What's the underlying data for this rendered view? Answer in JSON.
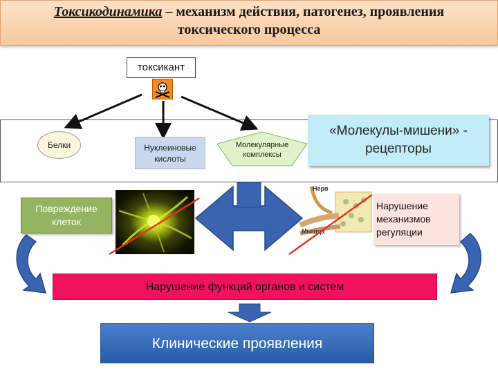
{
  "title": {
    "line1_emph": "Токсикодинамика",
    "line1_rest": " – механизм действия, патогенез, проявления",
    "line2": "токсического процесса"
  },
  "toxicant": {
    "label": "токсикант",
    "icon": "skull-crossbones-icon"
  },
  "targets": {
    "proteins": "Белки",
    "nucleic_acids": "Нуклеиновые кислоты",
    "complexes": "Молекулярные комплексы",
    "receptors": "«Молекулы-мишени» - рецепторы"
  },
  "effects": {
    "cell_damage": "Повреждение клеток",
    "regulation": [
      "Нарушение",
      "механизмов",
      "регуляции"
    ],
    "nerve_label": "Нерв",
    "muscle_label": "Мышца"
  },
  "organ_dysfunction": "Нарушение функций органов и систем",
  "clinical": "Клинические проявления",
  "colors": {
    "title_bg": "#f8c89e",
    "receptors_bg": "#c2ecf8",
    "cell_damage_bg": "#94b461",
    "organ_bar": "#f0125c",
    "clinical_bg": "#2a5ba8",
    "arrow_blue": "#3a64b0",
    "strike_line": "#e8331a"
  }
}
